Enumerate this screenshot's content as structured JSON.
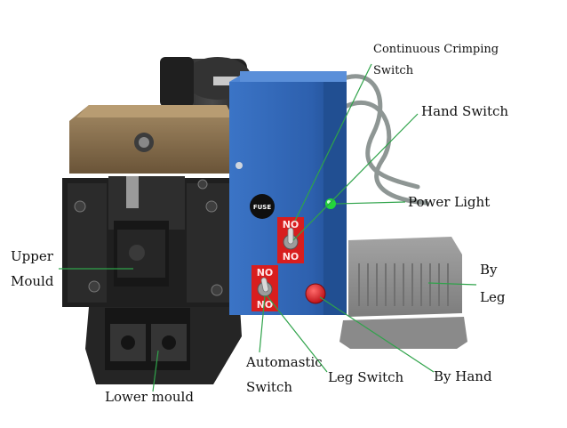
{
  "colors": {
    "box_blue": "#2f64b4",
    "base_dark": "#232323",
    "brass": "#8a7150",
    "pedal_gray": "#8d8d8d",
    "led_green": "#22d63a",
    "button_red": "#e4141c",
    "plate_red": "#d81e1e",
    "leader_green": "#2fa34a"
  },
  "labels": {
    "continuous_crimping_line1": "Continuous Crimping",
    "continuous_crimping_line2": "Switch",
    "hand_switch": "Hand Switch",
    "power_light": "Power Light",
    "by_leg_line1": "By",
    "by_leg_line2": "Leg",
    "upper_mould_line1": "Upper",
    "upper_mould_line2": "Mould",
    "lower_mould": "Lower mould",
    "automastic_line1": "Automastic",
    "automastic_line2": "Switch",
    "leg_switch": "Leg Switch",
    "by_hand": "By Hand"
  },
  "device": {
    "fuse_label": "FUSE",
    "no_plate_text": "NO",
    "icons": [
      "toggle-switch-icon",
      "fuse-holder-icon",
      "led-icon",
      "push-button-icon",
      "screw-icon"
    ]
  }
}
